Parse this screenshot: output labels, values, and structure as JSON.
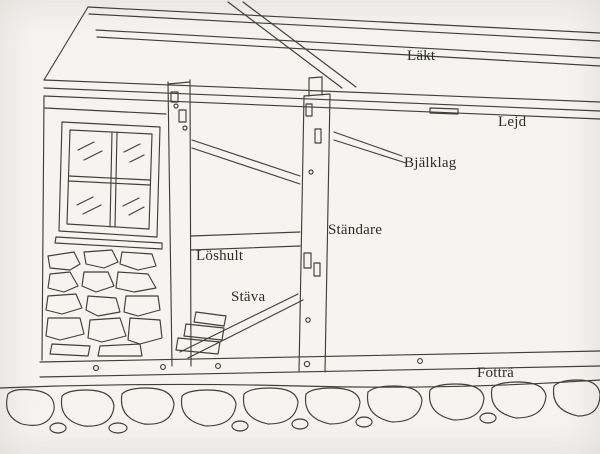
{
  "figure": {
    "type": "hand-drawn line illustration",
    "labels": {
      "lakt": "Läkt",
      "lejd": "Lejd",
      "bjalklag": "Bjälklag",
      "standare": "Ständare",
      "loshult": "Löshult",
      "stava": "Stäva",
      "fottra": "Fotträ"
    },
    "colors": {
      "ink": "#2f2b27",
      "paper": "#f5f4f1"
    }
  }
}
